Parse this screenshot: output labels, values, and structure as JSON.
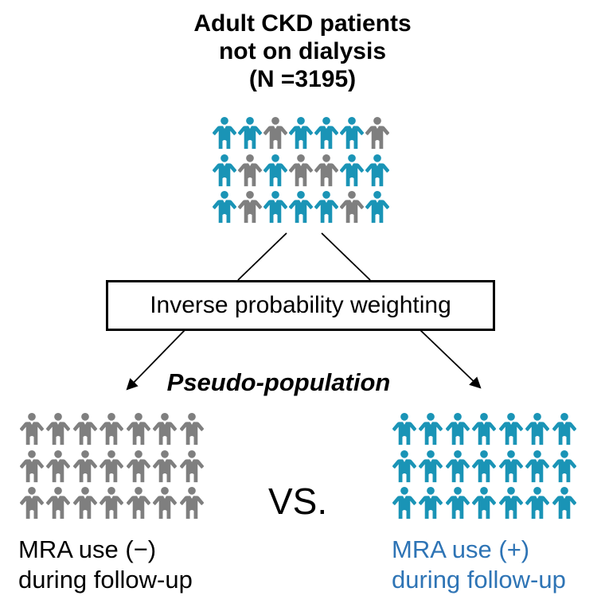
{
  "colors": {
    "teal": "#1a94b6",
    "gray": "#7f7f7f",
    "blue_text": "#2e74b5",
    "line_black": "#000000"
  },
  "title": {
    "line1": "Adult CKD patients",
    "line2": "not on dialysis",
    "line3": "(N =3195)"
  },
  "ipw_box": {
    "label": "Inverse probability weighting"
  },
  "pseudo_population_label": "Pseudo-population",
  "vs_label": "VS.",
  "top_group": {
    "rows": 3,
    "cols": 7,
    "pattern": [
      [
        "teal",
        "teal",
        "gray",
        "teal",
        "teal",
        "teal",
        "gray"
      ],
      [
        "teal",
        "gray",
        "teal",
        "gray",
        "gray",
        "teal",
        "teal"
      ],
      [
        "teal",
        "gray",
        "teal",
        "teal",
        "teal",
        "gray",
        "teal"
      ]
    ]
  },
  "left_group": {
    "rows": 3,
    "cols": 7,
    "color": "gray",
    "label_line1": "MRA use (−)",
    "label_line2": "during follow-up"
  },
  "right_group": {
    "rows": 3,
    "cols": 7,
    "color": "teal",
    "label_line1": "MRA use (+)",
    "label_line2": "during follow-up"
  }
}
